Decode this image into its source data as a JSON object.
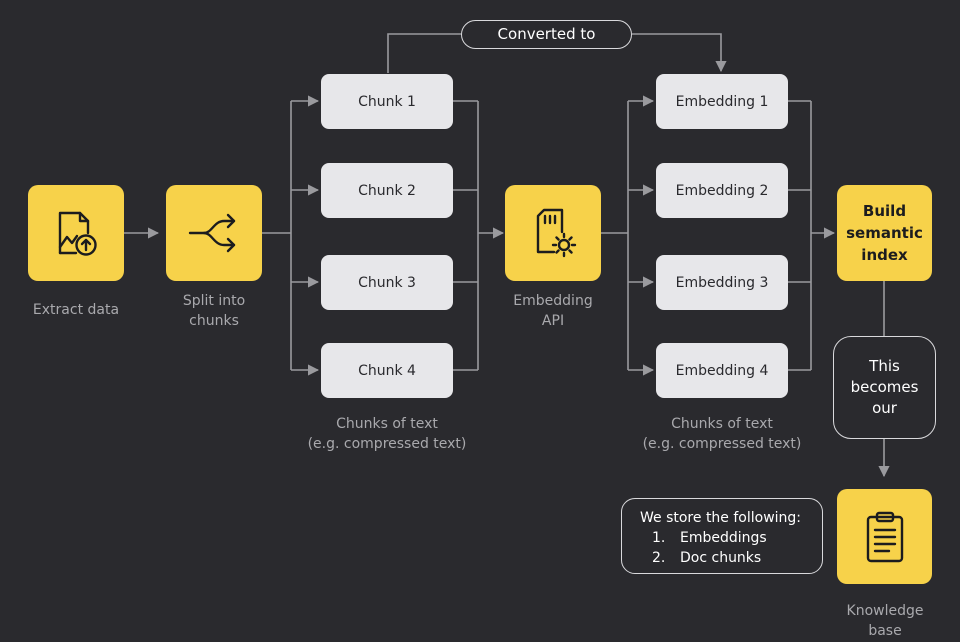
{
  "nodes": {
    "extract": {
      "label": "Extract data"
    },
    "split": {
      "label_line1": "Split into",
      "label_line2": "chunks"
    },
    "api": {
      "label_line1": "Embedding",
      "label_line2": "API"
    },
    "build": {
      "line1": "Build",
      "line2": "semantic",
      "line3": "index"
    },
    "kb": {
      "label_line1": "Knowledge",
      "label_line2": "base"
    }
  },
  "chunks": [
    "Chunk 1",
    "Chunk 2",
    "Chunk 3",
    "Chunk 4"
  ],
  "embeddings": [
    "Embedding 1",
    "Embedding 2",
    "Embedding 3",
    "Embedding 4"
  ],
  "chunk_caption": {
    "line1": "Chunks of text",
    "line2": "(e.g. compressed text)"
  },
  "embedding_caption": {
    "line1": "Chunks of text",
    "line2": "(e.g. compressed text)"
  },
  "converted_to": "Converted to",
  "becomes": {
    "line1": "This",
    "line2": "becomes",
    "line3": "our"
  },
  "store": {
    "title": "We store the following:",
    "items": [
      {
        "num": "1.",
        "text": "Embeddings"
      },
      {
        "num": "2.",
        "text": "Doc chunks"
      }
    ]
  },
  "colors": {
    "accent": "#f7d24a",
    "background": "#2a2a2e",
    "box": "#e7e7ea",
    "line": "#9a9a9e"
  }
}
